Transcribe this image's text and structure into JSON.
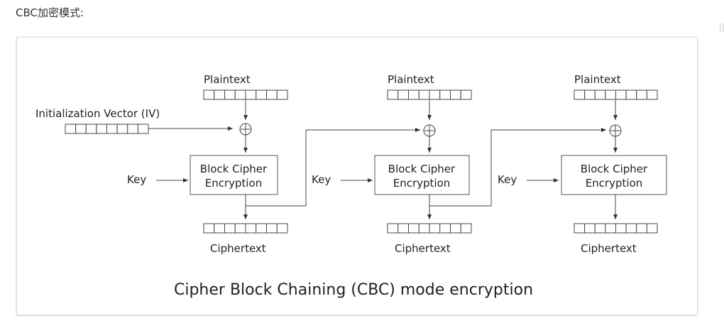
{
  "page": {
    "heading": "CBC加密模式:"
  },
  "diagram": {
    "title": "Cipher Block Chaining (CBC) mode encryption",
    "iv_label": "Initialization Vector (IV)",
    "key_label": "Key",
    "plaintext_label": "Plaintext",
    "ciphertext_label": "Ciphertext",
    "block_cipher_line1": "Block Cipher",
    "block_cipher_line2": "Encryption",
    "stage_count": 3,
    "cells_per_block": 8,
    "xor_symbol": "⊕",
    "colors": {
      "stroke": "#444444",
      "text": "#222222"
    }
  }
}
